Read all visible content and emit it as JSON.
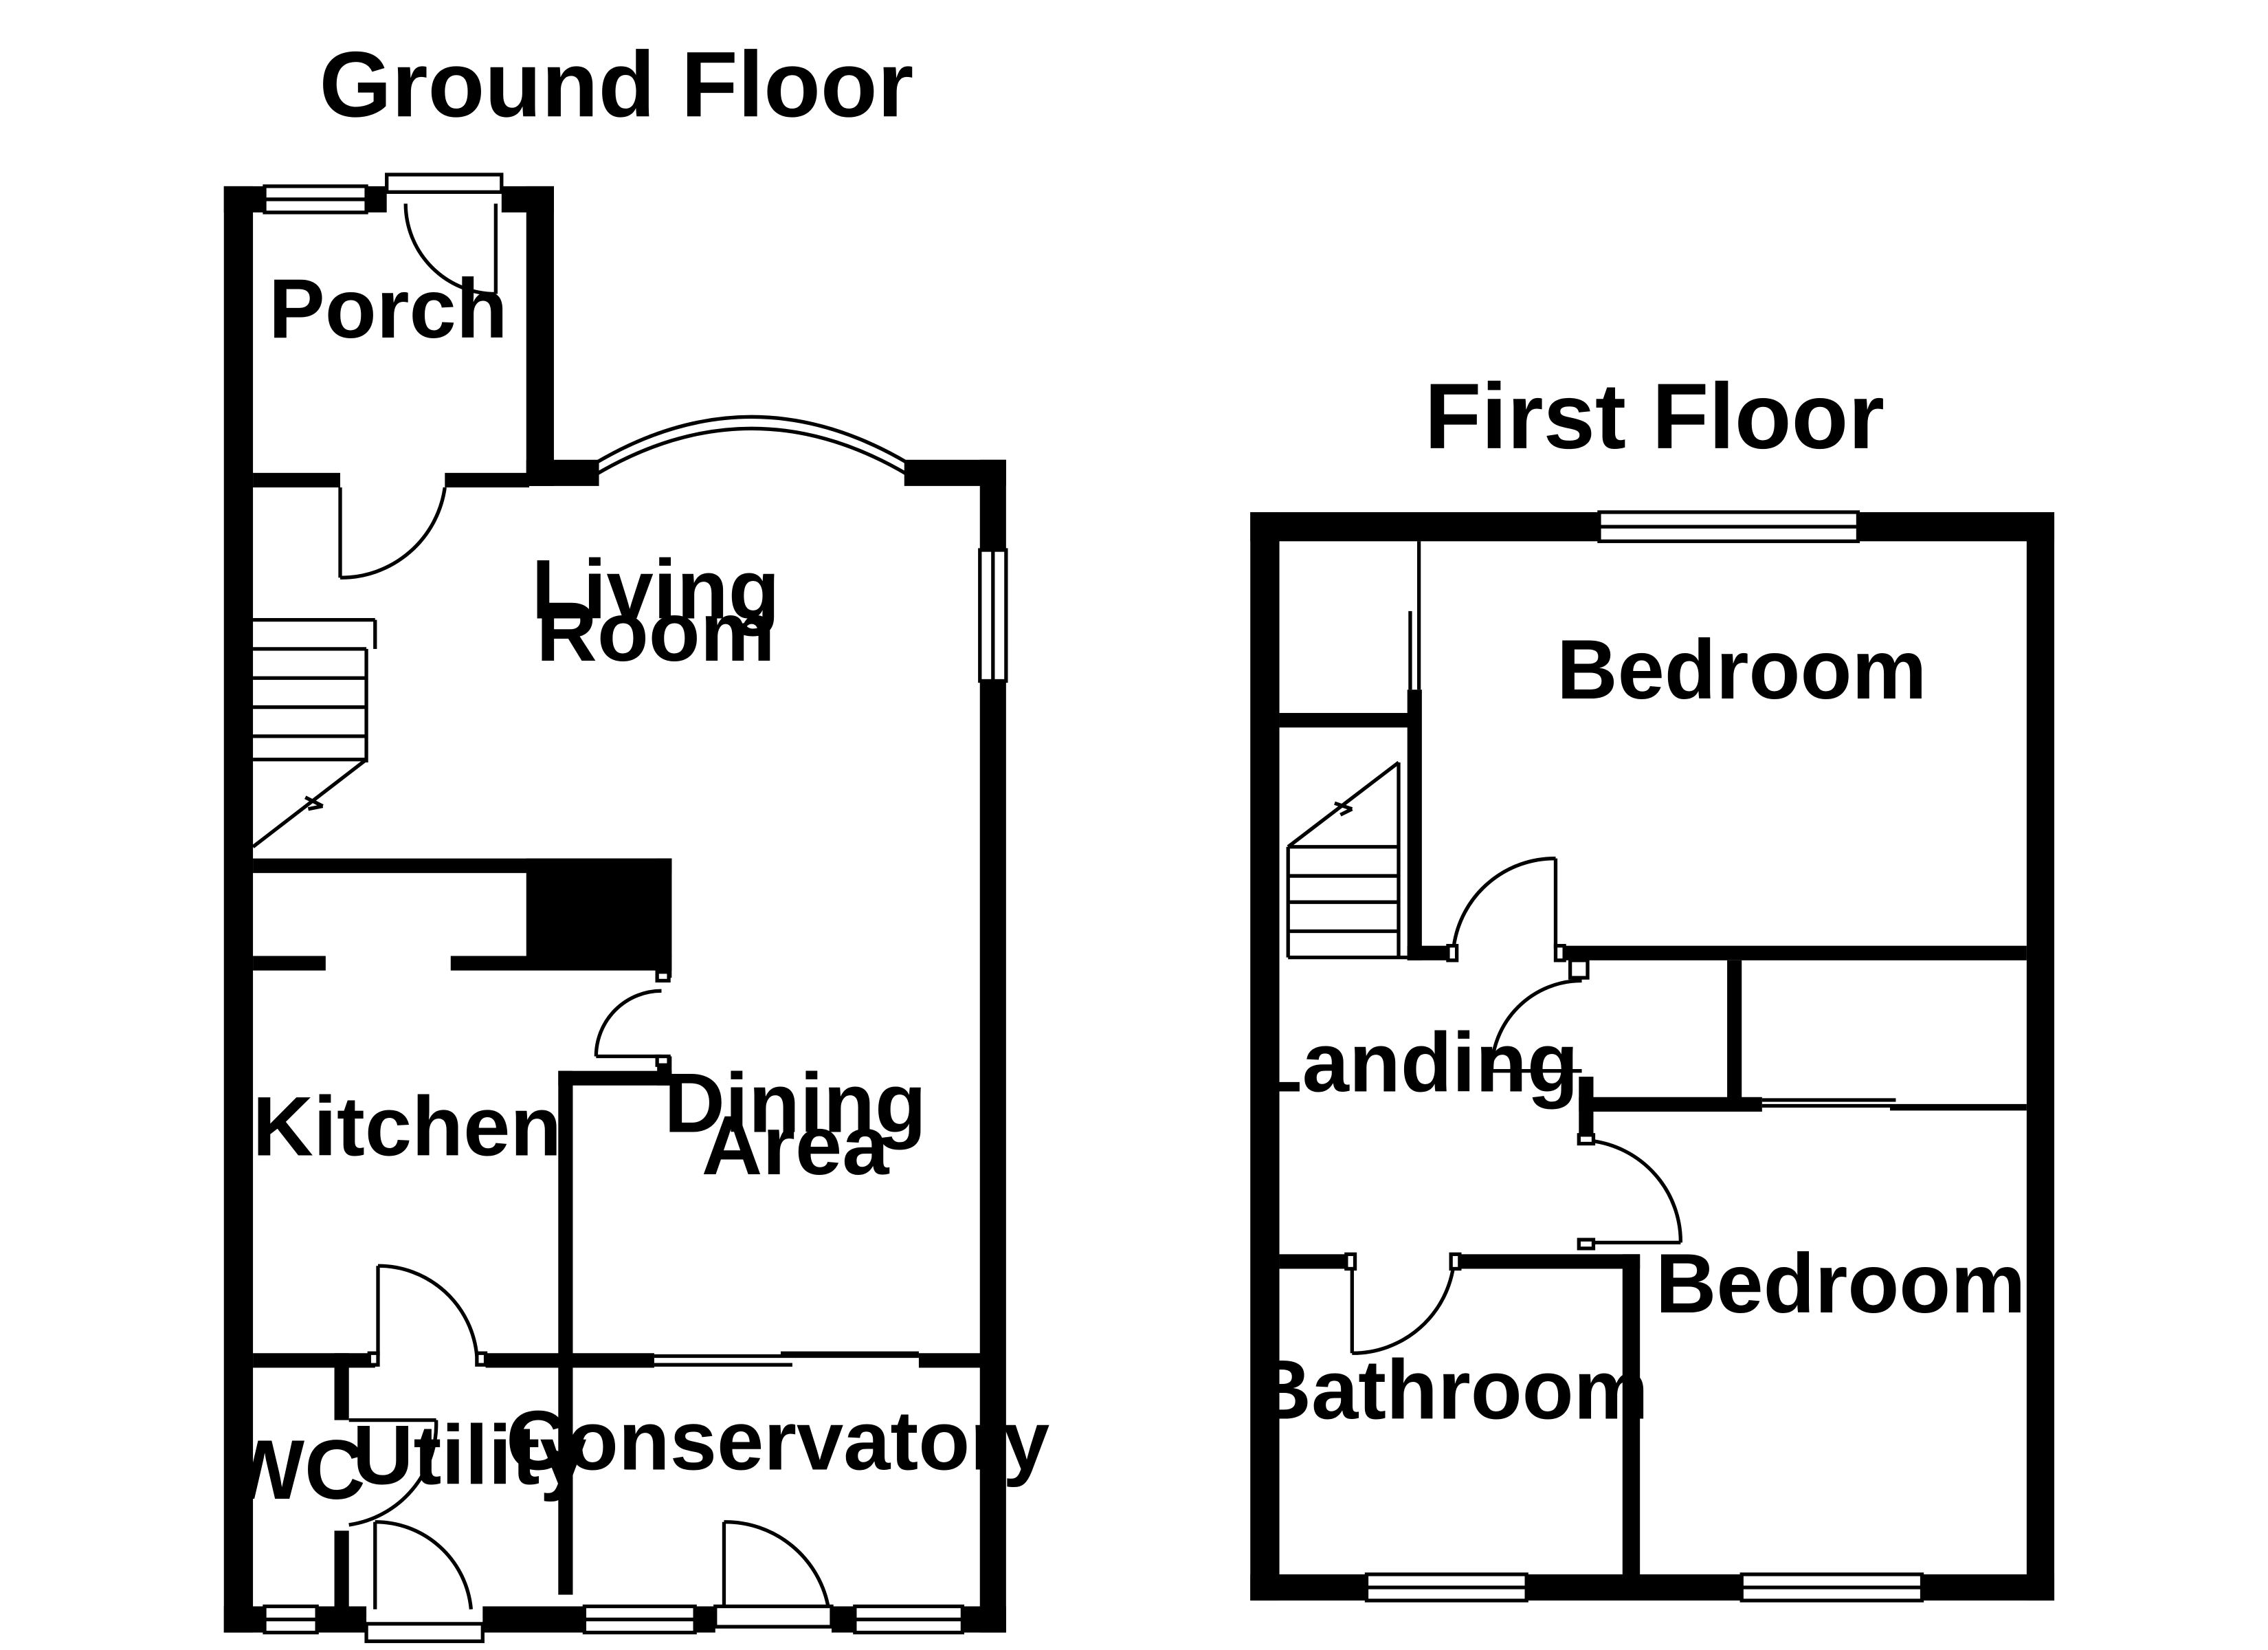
{
  "floors": {
    "ground": {
      "title": "Ground Floor",
      "rooms": {
        "porch": "Porch",
        "living_line1": "Living",
        "living_line2": "Room",
        "kitchen": "Kitchen",
        "dining_line1": "Dining",
        "dining_line2": "Area",
        "wc": "WC",
        "utility": "Utility",
        "conservatory": "Conservatory"
      }
    },
    "first": {
      "title": "First Floor",
      "rooms": {
        "bedroom_front": "Bedroom",
        "landing": "Landing",
        "bedroom_rear": "Bedroom",
        "bathroom": "Bathroom"
      }
    }
  },
  "colors": {
    "wall": "#000000",
    "background": "#ffffff"
  }
}
